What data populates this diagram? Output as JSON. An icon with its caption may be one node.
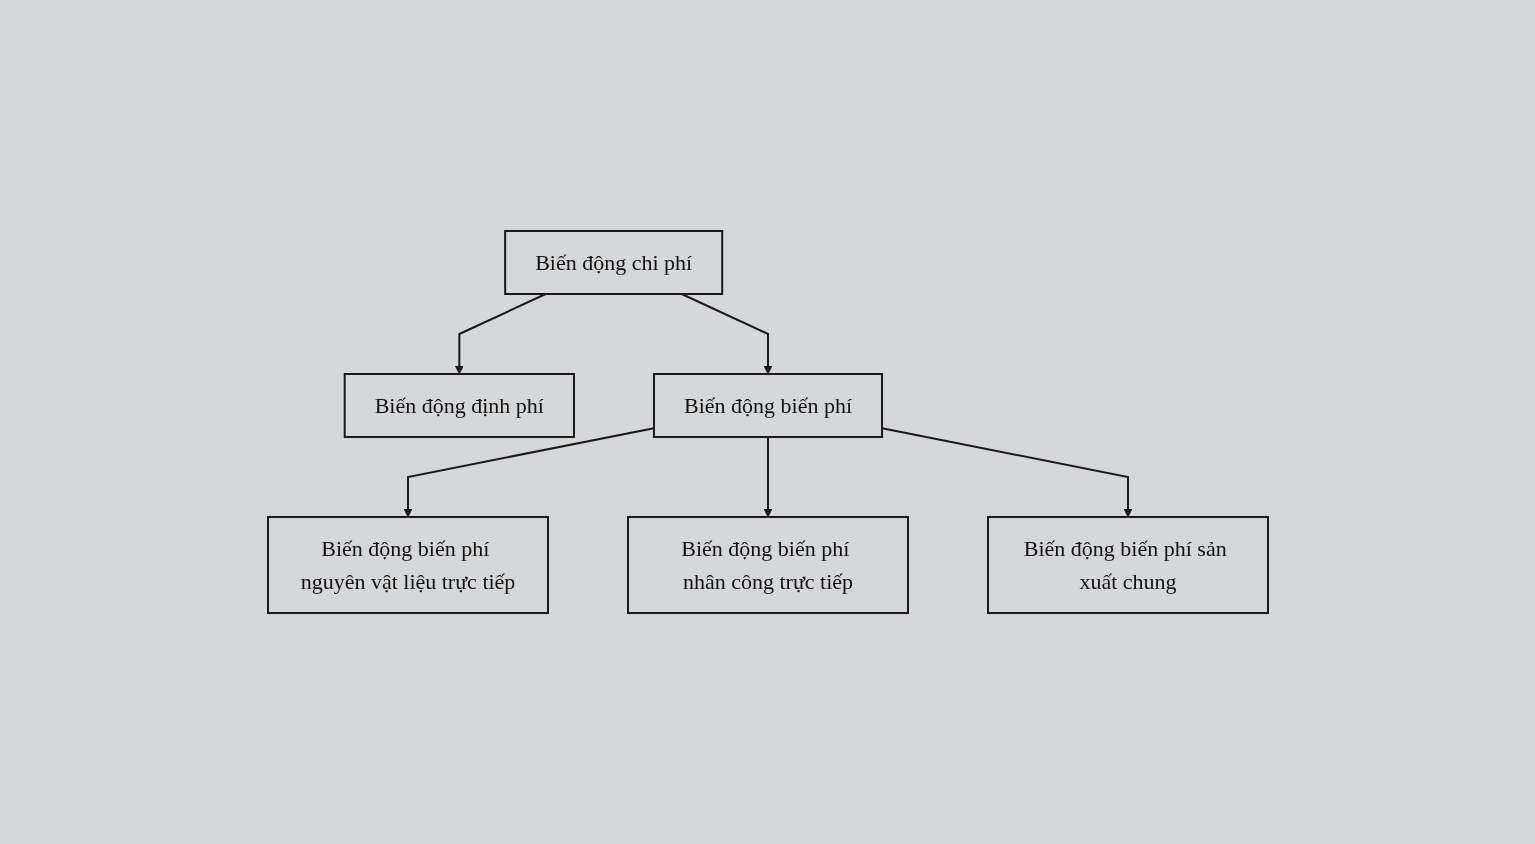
{
  "diagram": {
    "nodes": [
      {
        "text": [
          "Biến động chi phí"
        ]
      },
      {
        "text": [
          "Biến động định phí"
        ]
      },
      {
        "text": [
          "Biến động biến phí"
        ]
      },
      {
        "text": [
          "Biến động biến phí nguyên vật liệu trực tiếp"
        ]
      },
      {
        "text": [
          "Biến động biến phí nhân công trực tiếp"
        ]
      },
      {
        "text": [
          "Biến động biến phí sản xuất chung"
        ]
      }
    ],
    "edges": [
      {
        "from": 0,
        "to": 1,
        "arrow": "to"
      },
      {
        "from": 0,
        "to": 2,
        "arrow": "to"
      },
      {
        "from": 2,
        "to": 3,
        "arrow": "to"
      },
      {
        "from": 2,
        "to": 4,
        "arrow": "to"
      },
      {
        "from": 2,
        "to": 5,
        "arrow": "to"
      }
    ]
  }
}
